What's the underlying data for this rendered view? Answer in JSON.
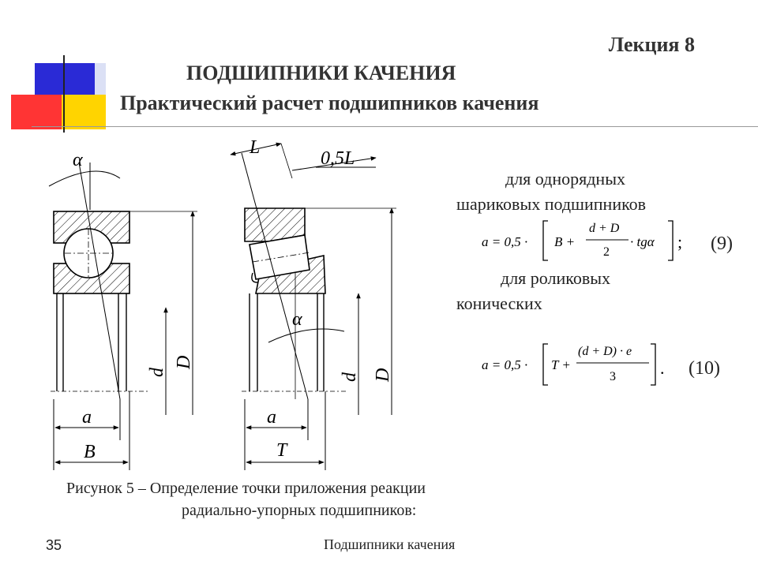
{
  "header": {
    "lecture": "Лекция 8",
    "title": "ПОДШИПНИКИ КАЧЕНИЯ",
    "subtitle": "Практический расчет подшипников качения"
  },
  "right_text": {
    "ball_line1": "для однорядных",
    "ball_line2": "шариковых подшипников",
    "roller_line1": "для роликовых",
    "roller_line2": "конических"
  },
  "formula9": {
    "lhs": "a = 0,5 ·",
    "term1": "B +",
    "num": "d + D",
    "den": "2",
    "tail": "· tgα",
    "end": ";",
    "number": "(9)"
  },
  "formula10": {
    "lhs": "a = 0,5 ·",
    "term1": "T +",
    "num": "(d + D) · e",
    "den": "3",
    "end": ".",
    "number": "(10)"
  },
  "figure": {
    "labels": {
      "alpha1": "α",
      "alpha2": "α",
      "L": "L",
      "half_L": "0,5L",
      "d1": "d",
      "D1": "D",
      "d2": "d",
      "D2": "D",
      "a1": "a",
      "B": "B",
      "a2": "a",
      "T": "T"
    },
    "caption_line1": "Рисунок 5 – Определение точки приложения реакции",
    "caption_line2": "радиально-упорных подшипников:"
  },
  "footer": {
    "page_number": "35",
    "text": "Подшипники качения"
  }
}
